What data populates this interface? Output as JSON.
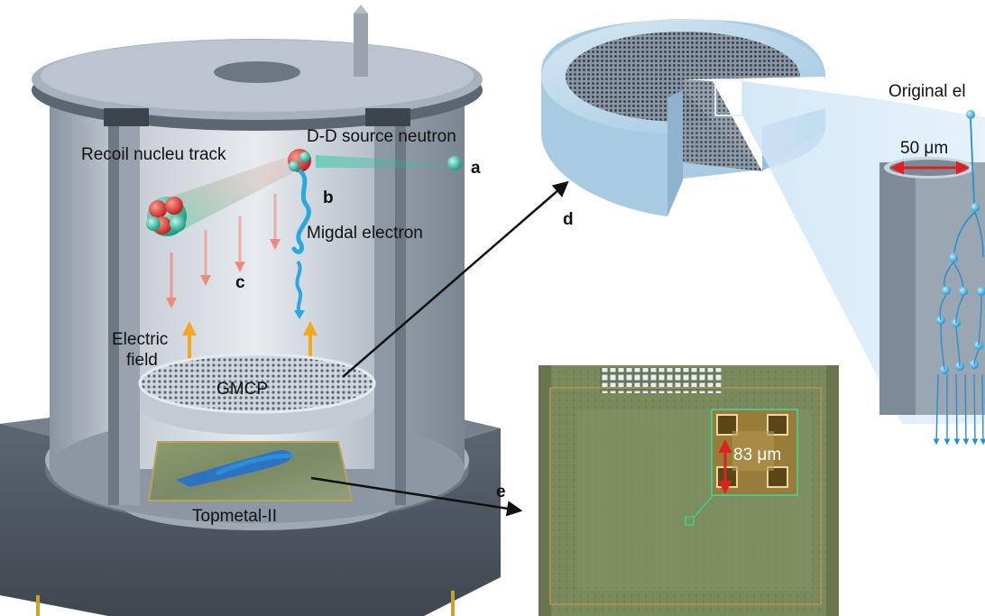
{
  "labels": {
    "recoil_track": "Recoil nucleu track",
    "dd_source": "D-D source neutron",
    "migdal": "Migdal electron",
    "electric_line1": "Electric",
    "electric_line2": "field",
    "gmcp": "GMCP",
    "topmetal": "Topmetal-II",
    "original_electron": "Original el",
    "pore_size": "50 μm",
    "pixel_size": "83 μm"
  },
  "panels": {
    "a": "a",
    "b": "b",
    "c": "c",
    "d": "d",
    "e": "e"
  },
  "colors": {
    "metal": "#aeb6bf",
    "metal_dark": "#6f7a86",
    "metal_light": "#dde3ea",
    "electron": "#2aa9e0",
    "neutron": "#1fc7a0",
    "nucleus_red": "#d8383a",
    "field_arrow": "#f5a623",
    "drift_arrow": "#f08a80",
    "chip_green": "#7f8f60",
    "chip_gold": "#b08a3a",
    "dim_arrow": "#e02020"
  },
  "icons": {
    "neutron": "teal-sphere",
    "nucleus": "red-green-cluster",
    "electron": "blue-droplet"
  }
}
